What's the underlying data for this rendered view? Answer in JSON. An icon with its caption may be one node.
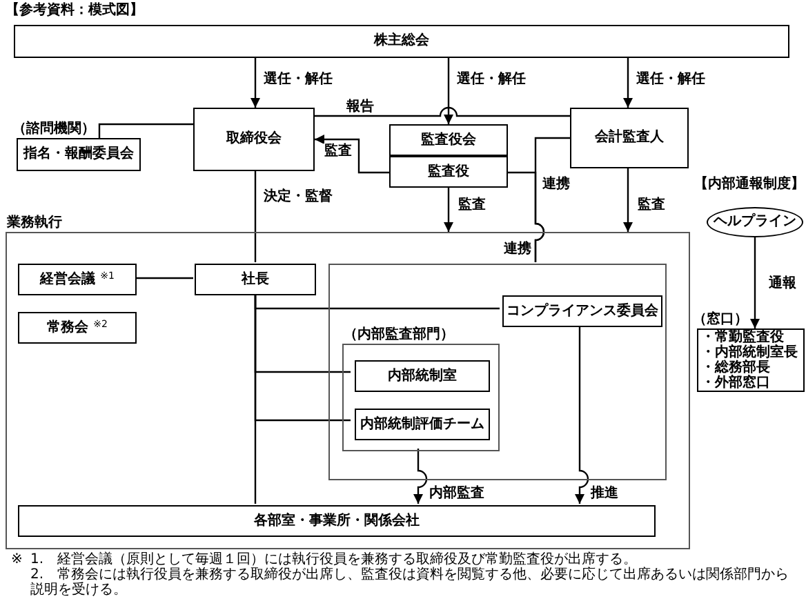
{
  "diagram": {
    "title": "【参考資料：模式図】",
    "nodes": [
      {
        "text": [
          "株主総会"
        ]
      },
      {
        "text": [
          "取締役会"
        ]
      },
      {
        "text": [
          "（諮問機関）",
          "指名・報酬委員会"
        ]
      },
      {
        "text": [
          "監査役会"
        ]
      },
      {
        "text": [
          "監査役"
        ]
      },
      {
        "text": [
          "会計監査人"
        ]
      },
      {
        "text": [
          "業務執行"
        ]
      },
      {
        "text": [
          "経営会議 $^{※1}$"
        ],
        "in": 6
      },
      {
        "text": [
          "常務会 $^{※2}$"
        ],
        "in": 6
      },
      {
        "text": [
          "社長"
        ],
        "in": 6
      },
      {
        "text": [],
        "shape": "box",
        "in": 6
      },
      {
        "text": [
          "コンプライアンス委員会"
        ],
        "in": 10
      },
      {
        "text": [
          "（内部監査部門）"
        ],
        "in": 10
      },
      {
        "text": [
          "内部統制室"
        ],
        "in": 12
      },
      {
        "text": [
          "内部統制評価チーム"
        ],
        "in": 12
      },
      {
        "text": [
          "各部室・事業所・関係会社"
        ],
        "in": 6
      },
      {
        "text": [
          "ヘルプライン"
        ]
      },
      {
        "text": [
          "（窓口）",
          "・常勤監査役",
          "・内部統制室長",
          "・総務部長",
          "・外部窓口"
        ]
      }
    ],
    "edges": [
      {
        "from": 0,
        "to": 1,
        "arrow": "to",
        "label": "選任・解任"
      },
      {
        "from": 0,
        "to": 3,
        "arrow": "to",
        "label": "選任・解任"
      },
      {
        "from": 0,
        "to": 5,
        "arrow": "to",
        "label": "選任・解任"
      },
      {
        "from": 1,
        "to": 5,
        "arrow": "none",
        "label": "報告"
      },
      {
        "from": 4,
        "to": 1,
        "arrow": "to",
        "label": "監査"
      },
      {
        "from": 1,
        "to": 2,
        "arrow": "none"
      },
      {
        "from": 1,
        "to": 9,
        "arrow": "none",
        "label": "決定・監督"
      },
      {
        "from": 4,
        "to": 6,
        "arrow": "to",
        "label": "監査"
      },
      {
        "from": 5,
        "to": 6,
        "arrow": "to",
        "label": "監査"
      },
      {
        "from": 4,
        "to": 10,
        "arrow": "none",
        "label": "連携"
      },
      {
        "from": 5,
        "to": 10,
        "arrow": "none",
        "label": "連携"
      },
      {
        "from": 7,
        "to": 9,
        "arrow": "none"
      },
      {
        "from": 9,
        "to": 11,
        "arrow": "none"
      },
      {
        "from": 9,
        "to": 13,
        "arrow": "none"
      },
      {
        "from": 9,
        "to": 14,
        "arrow": "none"
      },
      {
        "from": 9,
        "to": 15,
        "arrow": "none"
      },
      {
        "from": 12,
        "to": 15,
        "arrow": "to",
        "label": "内部監査"
      },
      {
        "from": 11,
        "to": 15,
        "arrow": "to",
        "label": "推進"
      },
      {
        "from": 16,
        "to": 17,
        "arrow": "to",
        "label": "通報"
      }
    ],
    "labels": [
      "【内部通報制度】",
      "※",
      "1.　経営会議（原則として毎週１回）には執行役員を兼務する取締役及び常勤監査役が出席する。",
      "2.　常務会には執行役員を兼務する取締役が出席し、監査役は資料を閲覧する他、必要に応じて出席あるいは関係部門から説明を受ける。"
    ]
  }
}
